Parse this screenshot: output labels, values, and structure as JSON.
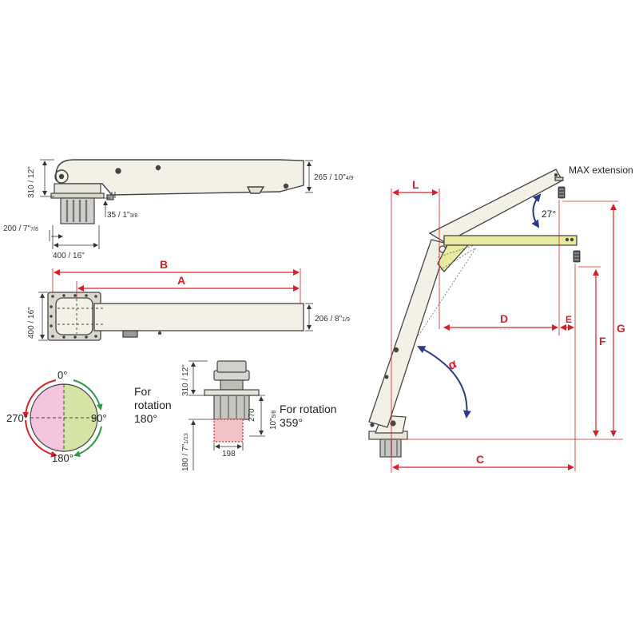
{
  "colors": {
    "body": "#f3f1e6",
    "outline": "#444444",
    "dimension_red": "#d8202a",
    "angle_blue": "#2b3a8a",
    "boom_yellow": "#e7ea9f",
    "disk_pink": "#f3c4dc",
    "disk_green": "#d5e3a4",
    "arrow_green": "#2e9a45"
  },
  "side_view": {
    "height_left": "310 / 12\"",
    "height_right": "265 / 10\"",
    "height_right_frac": "4/9",
    "clearance": "35 / 1\"",
    "clearance_frac": "3/8",
    "base_offset": "200 / 7\"",
    "base_offset_frac": "7/8",
    "base_width": "400 / 16\""
  },
  "top_view": {
    "dim_b": "B",
    "dim_a": "A",
    "width_left": "400 / 16\"",
    "width_right": "206 / 8\"",
    "width_right_frac": "1/9"
  },
  "rotation_disk": {
    "top": "0°",
    "right": "90°",
    "bottom": "180°",
    "left": "270°"
  },
  "mount_view": {
    "top_height": "310 / 12\"",
    "mid_height": "270",
    "mid_height_imperial": "10\"",
    "mid_height_frac": "5/8",
    "bottom_height": "180 / 7\"",
    "bottom_height_frac": "1/13",
    "base_width": "198",
    "note_left": [
      "For",
      "rotation",
      "180°"
    ],
    "note_right": [
      "For rotation",
      "359°"
    ]
  },
  "crane_view": {
    "max_extension": "MAX extension",
    "angle": "27°",
    "dim_l": "L",
    "dim_d": "D",
    "dim_e": "E",
    "dim_f": "F",
    "dim_g": "G",
    "dim_c": "C",
    "swing_angle": "α"
  }
}
